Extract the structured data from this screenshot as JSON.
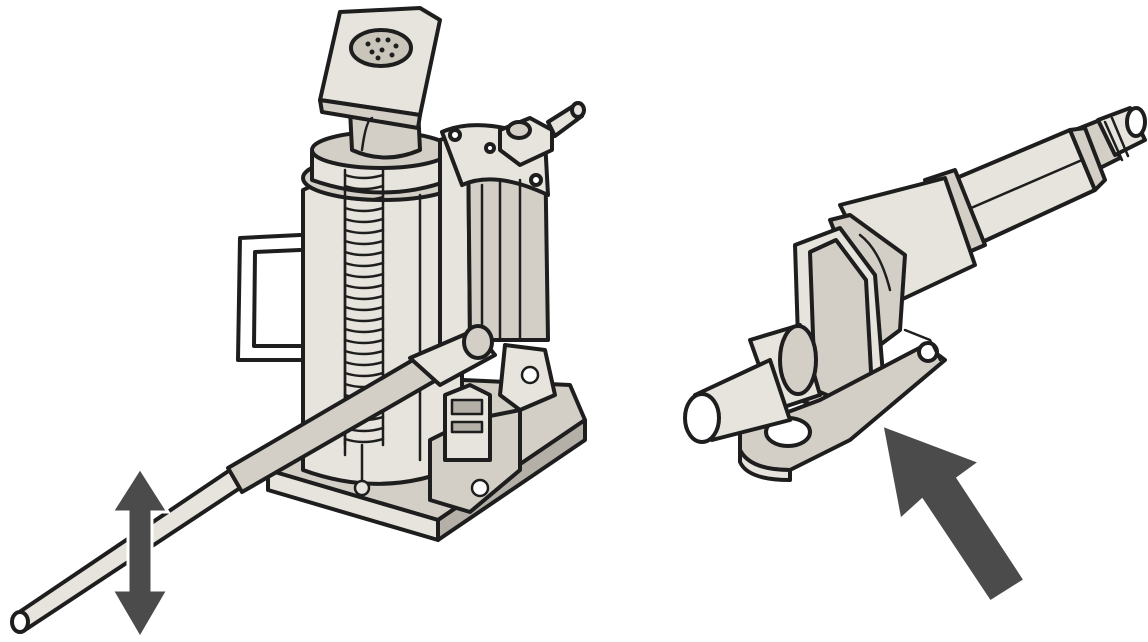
{
  "colors": {
    "background": "#ffffff",
    "ink": "#1e1e1e",
    "fill_light": "#e7e4dd",
    "fill_mid": "#d3cfc6",
    "fill_dark": "#b4b0a8",
    "arrow": "#4b4b4b"
  },
  "figure": {
    "left_item": {
      "name": "bottle-jack-with-pump-handle"
    },
    "right_item": {
      "name": "air-inlet-assembly-with-quick-coupler"
    },
    "motion_indicator": {
      "name": "up-down-double-arrow"
    },
    "pointer_indicator": {
      "name": "diagonal-pointer-arrow"
    }
  }
}
